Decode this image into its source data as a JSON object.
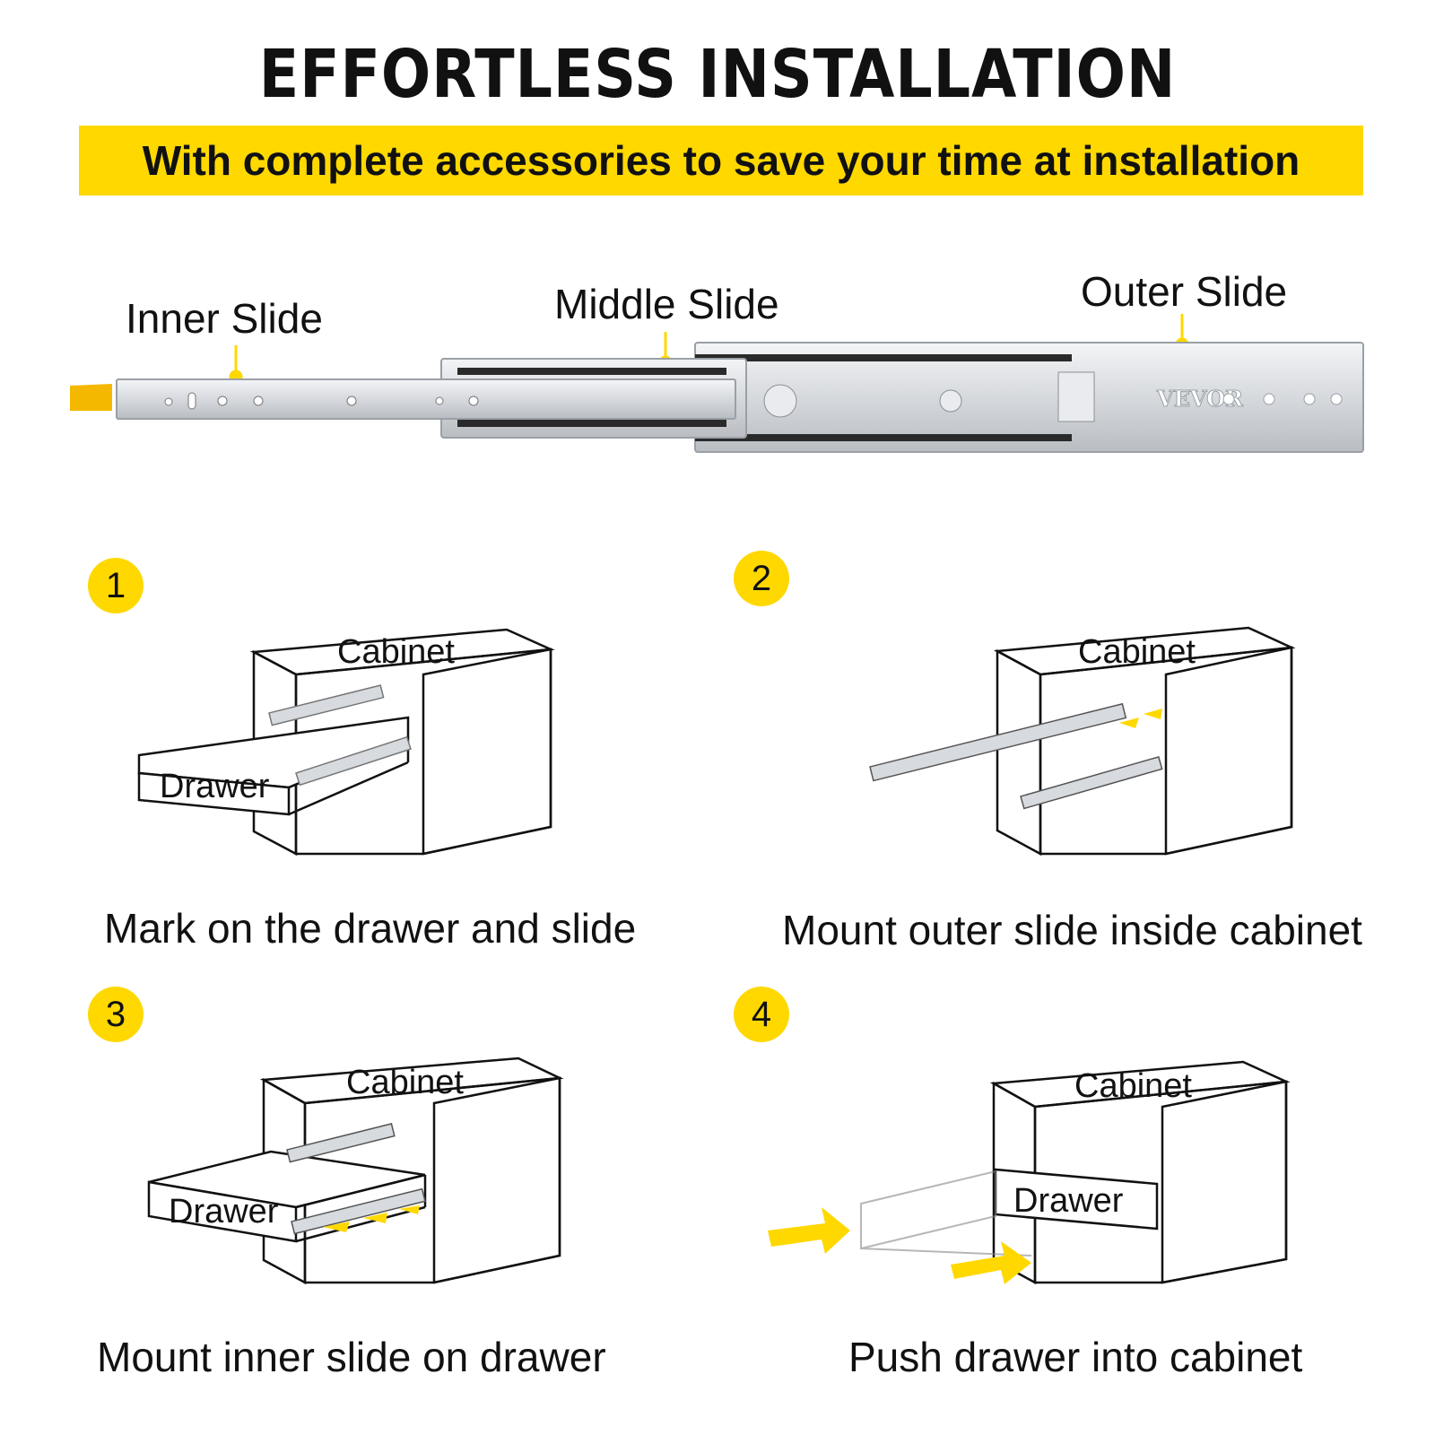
{
  "header": {
    "title": "EFFORTLESS INSTALLATION",
    "subtitle": "With complete accessories to save your time at installation"
  },
  "colors": {
    "accent": "#FFD800",
    "text": "#111111",
    "metal": "#d7dade",
    "bearing": "#2a2a2a",
    "tab": "#F5B800"
  },
  "slide_diagram": {
    "labels": {
      "inner": "Inner Slide",
      "middle": "Middle Slide",
      "outer": "Outer Slide"
    },
    "brand": "VEVOR"
  },
  "steps": [
    {
      "number": "1",
      "caption": "Mark on the drawer and slide",
      "cabinet_label": "Cabinet",
      "drawer_label": "Drawer"
    },
    {
      "number": "2",
      "caption": "Mount outer slide inside cabinet",
      "cabinet_label": "Cabinet"
    },
    {
      "number": "3",
      "caption": "Mount inner slide on drawer",
      "cabinet_label": "Cabinet",
      "drawer_label": "Drawer"
    },
    {
      "number": "4",
      "caption": "Push drawer into cabinet",
      "cabinet_label": "Cabinet",
      "drawer_label": "Drawer"
    }
  ]
}
